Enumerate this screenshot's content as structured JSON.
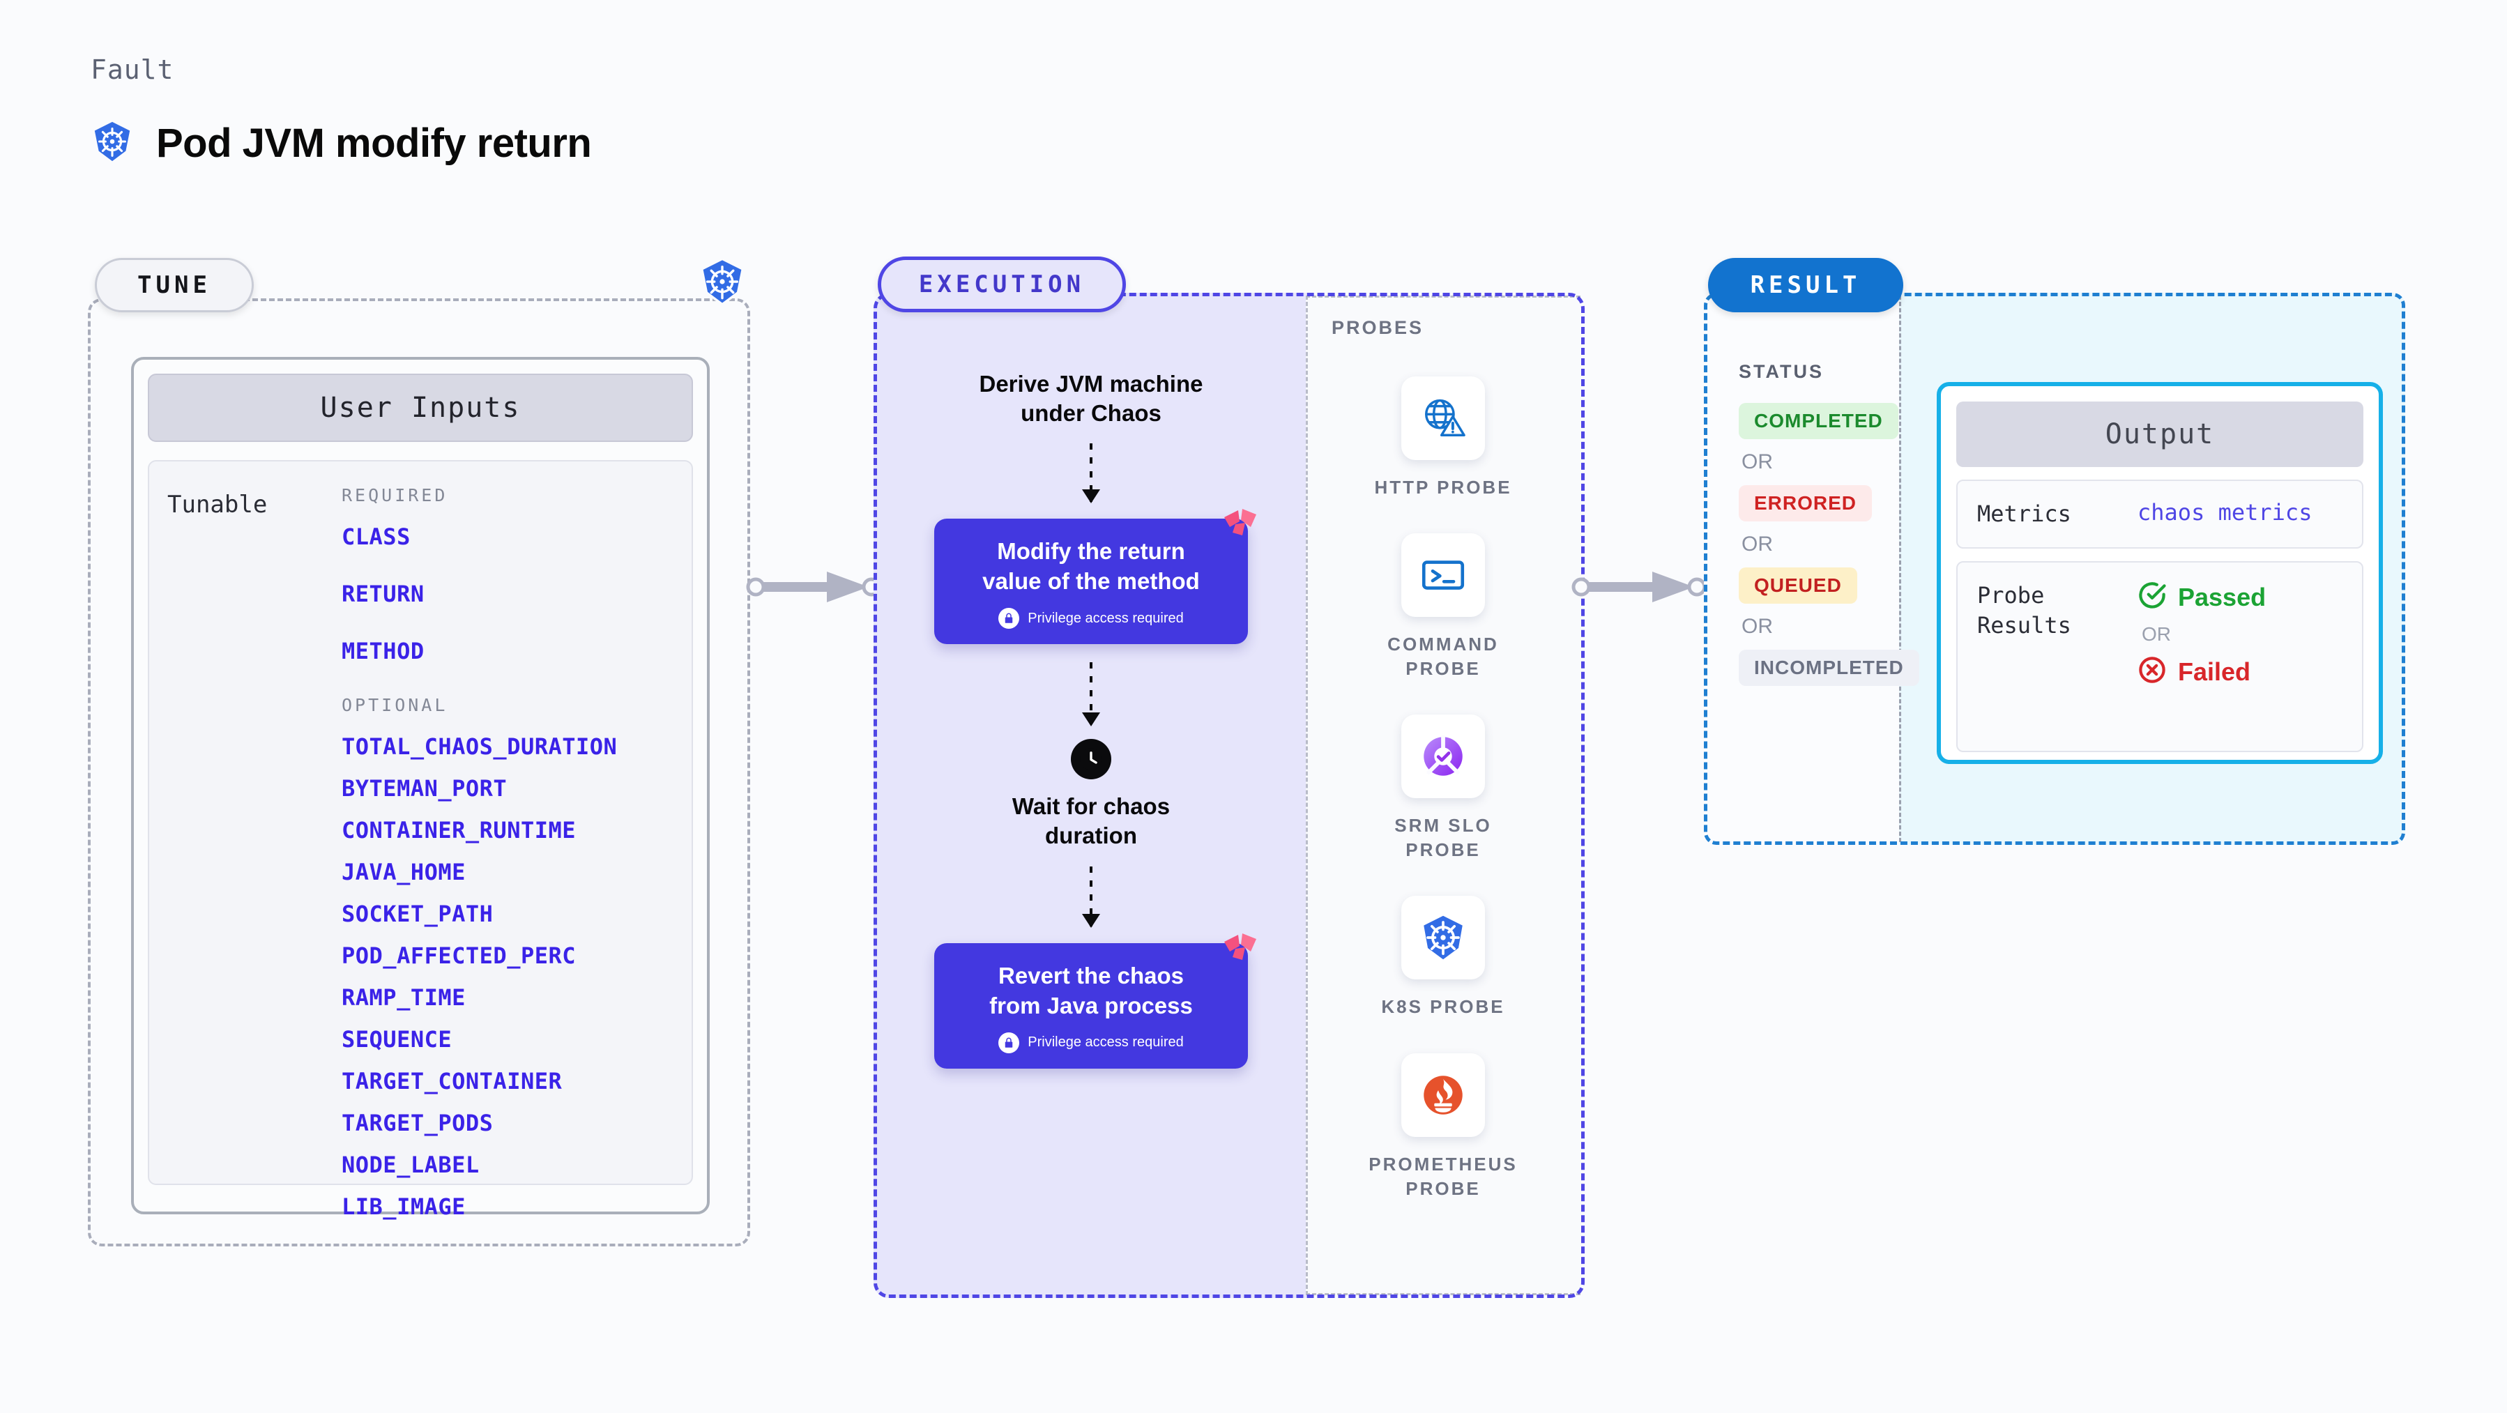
{
  "header": {
    "eyebrow": "Fault",
    "title": "Pod JVM modify return",
    "icon": "kubernetes-icon"
  },
  "tune": {
    "pill_label": "TUNE",
    "border_icon": "kubernetes-icon",
    "card": {
      "header": "User Inputs",
      "row_label": "Tunable",
      "required_label": "REQUIRED",
      "optional_label": "OPTIONAL",
      "required": [
        "CLASS",
        "RETURN",
        "METHOD"
      ],
      "optional": [
        "TOTAL_CHAOS_DURATION",
        "BYTEMAN_PORT",
        "CONTAINER_RUNTIME",
        "JAVA_HOME",
        "SOCKET_PATH",
        "POD_AFFECTED_PERC",
        "RAMP_TIME",
        "SEQUENCE",
        "TARGET_CONTAINER",
        "TARGET_PODS",
        "NODE_LABEL",
        "LIB_IMAGE"
      ]
    }
  },
  "execution": {
    "pill_label": "EXECUTION",
    "steps": [
      {
        "type": "text",
        "label": "Derive JVM machine\nunder Chaos"
      },
      {
        "type": "block",
        "label": "Modify the return\nvalue of the method",
        "privilege": "Privilege access required",
        "badge": "litmus-icon",
        "lock": "lock-icon"
      },
      {
        "type": "wait",
        "icon": "clock-icon",
        "label": "Wait for chaos\nduration"
      },
      {
        "type": "block",
        "label": "Revert the chaos\nfrom Java process",
        "privilege": "Privilege access required",
        "badge": "litmus-icon",
        "lock": "lock-icon"
      }
    ]
  },
  "probes": {
    "title": "PROBES",
    "items": [
      {
        "label": "HTTP  PROBE",
        "icon": "globe-warning-icon"
      },
      {
        "label": "COMMAND\nPROBE",
        "icon": "terminal-icon"
      },
      {
        "label": "SRM  SLO\nPROBE",
        "icon": "srm-slo-icon"
      },
      {
        "label": "K8S  PROBE",
        "icon": "kubernetes-icon"
      },
      {
        "label": "PROMETHEUS\nPROBE",
        "icon": "prometheus-icon"
      }
    ]
  },
  "result": {
    "pill_label": "RESULT",
    "status_title": "STATUS",
    "or_label": "OR",
    "statuses": [
      {
        "label": "COMPLETED",
        "bg": "#dcf5dd",
        "color": "#1b8a2d"
      },
      {
        "label": "ERRORED",
        "bg": "#fdeaea",
        "color": "#cf2222"
      },
      {
        "label": "QUEUED",
        "bg": "#fdf0c8",
        "color": "#c22020"
      },
      {
        "label": "INCOMPLETED",
        "bg": "#eef0f6",
        "color": "#6b7183"
      }
    ],
    "output": {
      "header": "Output",
      "metrics_key": "Metrics",
      "metrics_value": "chaos metrics",
      "probe_key": "Probe\nResults",
      "passed": "Passed",
      "failed": "Failed",
      "or_label": "OR"
    }
  },
  "colors": {
    "accent_indigo": "#4338e0",
    "accent_blue": "#1273cf",
    "accent_cyan": "#16b0e8",
    "param_blue": "#3a22e8",
    "k8s_blue": "#326ce5",
    "litmus_pink": "#f4517e"
  }
}
